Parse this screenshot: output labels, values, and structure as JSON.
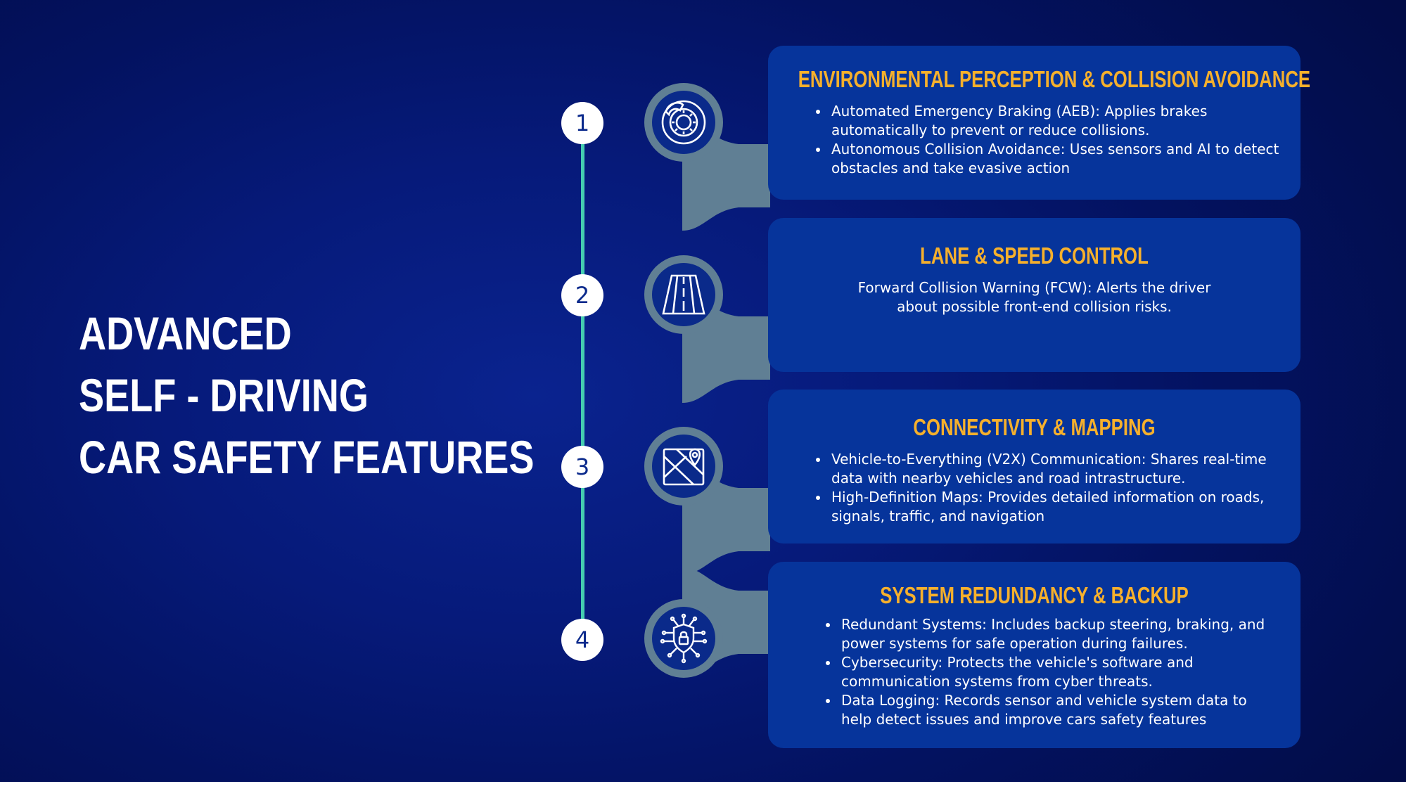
{
  "title": {
    "line1": "ADVANCED",
    "line2": "SELF - DRIVING",
    "line3": "CAR SAFETY FEATURES"
  },
  "steps": [
    {
      "number": "1",
      "icon": "brake-disc-icon",
      "heading": "ENVIRONMENTAL PERCEPTION & COLLISION AVOIDANCE",
      "bullets": [
        "Automated Emergency Braking (AEB): Applies brakes automatically to prevent or reduce collisions.",
        "Autonomous Collision Avoidance: Uses sensors and AI to detect obstacles and take evasive action"
      ]
    },
    {
      "number": "2",
      "icon": "road-lanes-icon",
      "heading": "LANE & SPEED CONTROL",
      "text": "Forward Collision Warning (FCW): Alerts the driver about possible front-end collision risks."
    },
    {
      "number": "3",
      "icon": "map-icon",
      "heading": "CONNECTIVITY & MAPPING",
      "bullets": [
        "Vehicle-to-Everything (V2X) Communication: Shares real-time data with nearby vehicles and road intrastructure.",
        "High-Definition Maps: Provides detailed information on roads, signals, traffic, and navigation"
      ]
    },
    {
      "number": "4",
      "icon": "cyber-shield-icon",
      "heading": "SYSTEM REDUNDANCY & BACKUP",
      "bullets": [
        "Redundant Systems: Includes backup steering, braking, and power systems for safe operation during failures.",
        "Cybersecurity: Protects the vehicle's software and communication systems from cyber threats.",
        "Data Logging: Records sensor and vehicle system data to help detect issues and improve cars safety features"
      ]
    }
  ],
  "colors": {
    "background": "#061a7a",
    "card": "#06349b",
    "heading": "#f6b02c",
    "timeline": "#45cdb0",
    "connector": "#607f94"
  }
}
